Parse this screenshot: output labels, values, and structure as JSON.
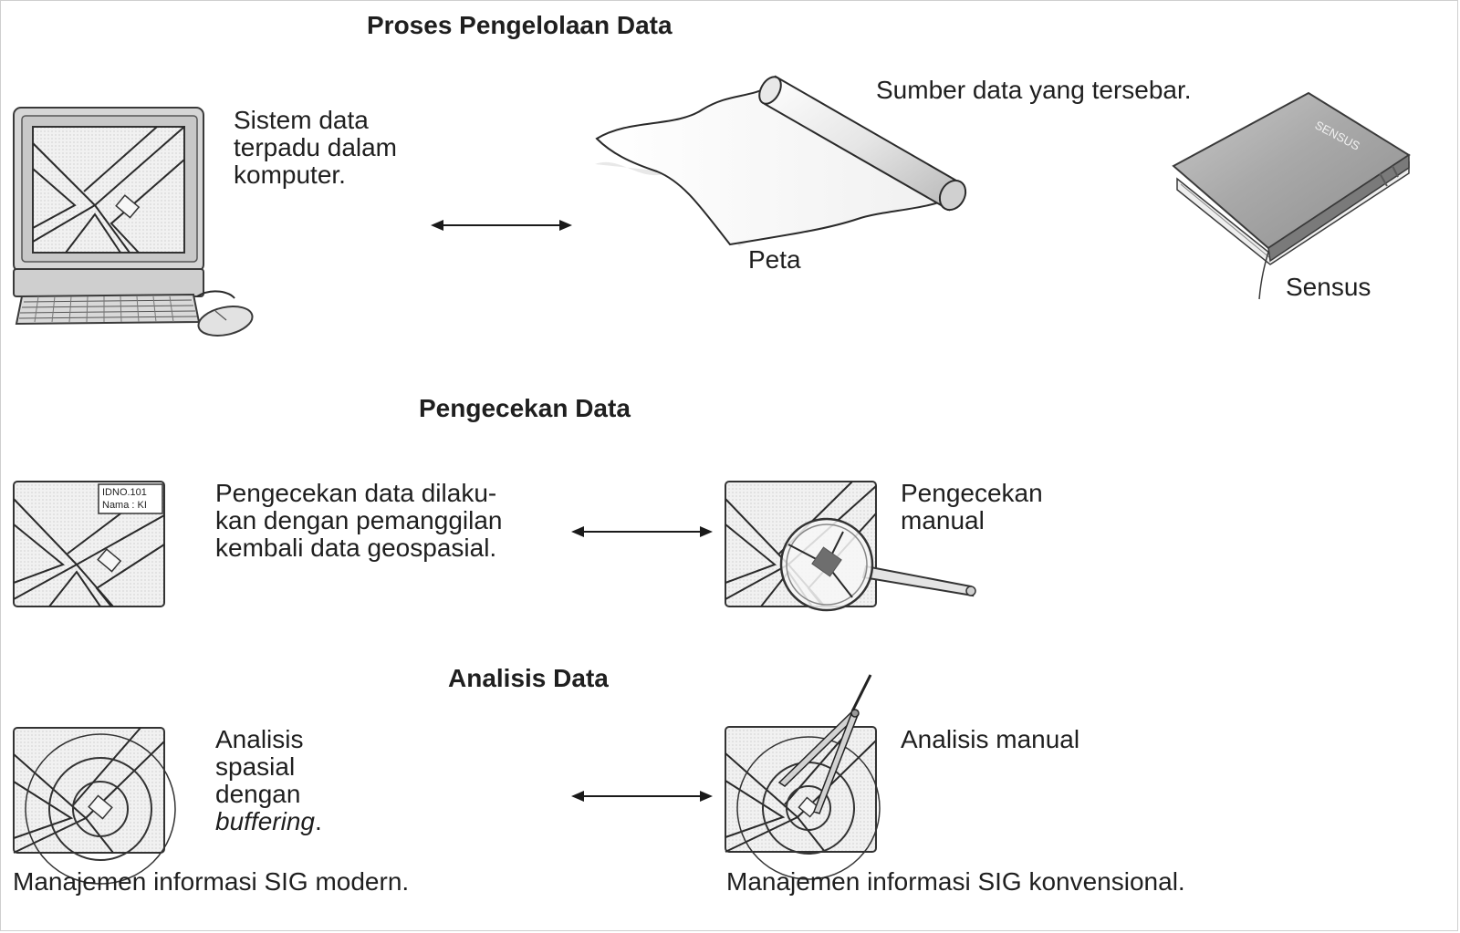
{
  "headings": {
    "proses": "Proses Pengelolaan Data",
    "pengecekan": "Pengecekan Data",
    "analisis": "Analisis Data"
  },
  "proses": {
    "computer_caption": "Sistem data\nterpadu dalam\nkomputer.",
    "map_caption": "Peta",
    "sources_caption": "Sumber data yang tersebar.",
    "book_caption": "Sensus",
    "book_cover_text": "SENSUS"
  },
  "pengecekan": {
    "digital_caption": "Pengecekan data dilaku-\nkan dengan pemanggilan\nkembali data geospasial.",
    "label_line1": "IDNO.101",
    "label_line2": "Nama : KI",
    "manual_caption": "Pengecekan\nmanual"
  },
  "analisis": {
    "digital_caption_1": "Analisis\nspasial\ndengan",
    "digital_caption_em": "buffering",
    "digital_caption_end": ".",
    "manual_caption": "Analisis manual"
  },
  "footer": {
    "modern": "Manajemen informasi SIG modern.",
    "conventional": "Manajemen informasi SIG konvensional."
  }
}
